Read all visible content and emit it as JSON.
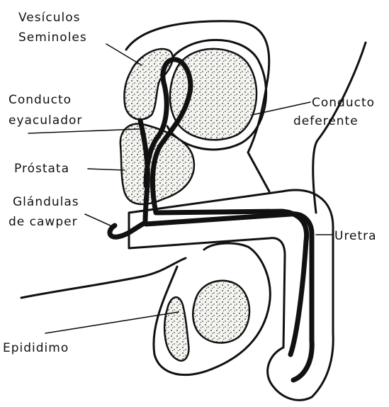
{
  "labels": {
    "vesiculas_line1": "Vesículos",
    "vesiculas_line2": "Seminoles",
    "conducto_eyac_line1": "Conducto",
    "conducto_eyac_line2": "eyaculador",
    "prostata": "Próstata",
    "glandulas_line1": "Glándulas",
    "glandulas_line2": "de cawper",
    "conducto_def_line1": "Conducto",
    "conducto_def_line2": "deferente",
    "uretra": "Uretra",
    "epididimo": "Epididimo"
  },
  "colors": {
    "ink": "#111111",
    "paper": "#ffffff"
  }
}
